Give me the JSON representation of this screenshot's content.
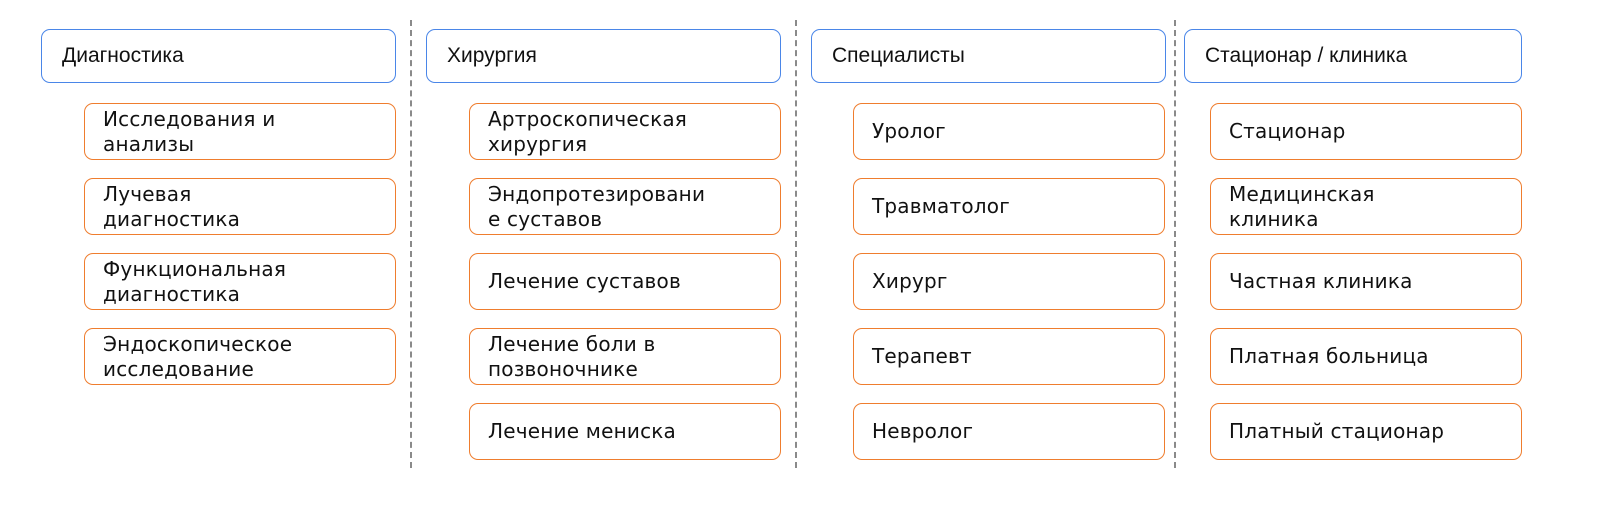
{
  "colors": {
    "header_border": "#4a86e8",
    "item_border": "#ef7d2e",
    "divider": "#8a8a8a",
    "text": "#111111"
  },
  "columns": [
    {
      "title": "Диагностика",
      "items": [
        "Исследования и\nанализы",
        "Лучевая\nдиагностика",
        "Функциональная\nдиагностика",
        "Эндоскопическое\nисследование"
      ]
    },
    {
      "title": "Хирургия",
      "items": [
        "Артроскопическая\nхирургия",
        "Эндопротезировани\nе суставов",
        "Лечение суставов",
        "Лечение боли в\nпозвоночнике",
        "Лечение мениска"
      ]
    },
    {
      "title": "Специалисты",
      "items": [
        "Уролог",
        "Травматолог",
        "Хирург",
        "Терапевт",
        "Невролог"
      ]
    },
    {
      "title": "Стационар / клиника",
      "items": [
        "Стационар",
        "Медицинская\nклиника",
        "Частная клиника",
        "Платная больница",
        "Платный стационар"
      ]
    }
  ]
}
